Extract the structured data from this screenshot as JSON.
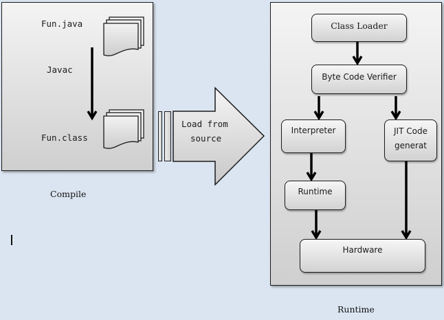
{
  "compile_section": {
    "source_file": "Fun.java",
    "compiler": "Javac",
    "output_file": "Fun.class",
    "caption": "Compile",
    "icons": [
      "document-stack-icon",
      "document-stack-icon"
    ]
  },
  "transfer_arrow": {
    "label_line1": "Load from",
    "label_line2": "source"
  },
  "runtime_section": {
    "caption": "Runtime",
    "nodes": {
      "class_loader": "Class Loader",
      "byte_code_verifier": "Byte Code Verifier",
      "interpreter": "Interpreter",
      "jit_line1": "JIT Code",
      "jit_line2": "generat",
      "runtime": "Runtime",
      "hardware": "Hardware"
    },
    "edges": [
      [
        "Class Loader",
        "Byte Code Verifier"
      ],
      [
        "Byte Code Verifier",
        "Interpreter"
      ],
      [
        "Byte Code Verifier",
        "JIT Code generat"
      ],
      [
        "Interpreter",
        "Runtime"
      ],
      [
        "Runtime",
        "Hardware"
      ],
      [
        "JIT Code generat",
        "Hardware"
      ]
    ]
  },
  "colors": {
    "background": "#dbe5f1",
    "panel_top": "#f4f4f4",
    "panel_bottom": "#cfcfcf",
    "stroke": "#1a1a1a"
  }
}
